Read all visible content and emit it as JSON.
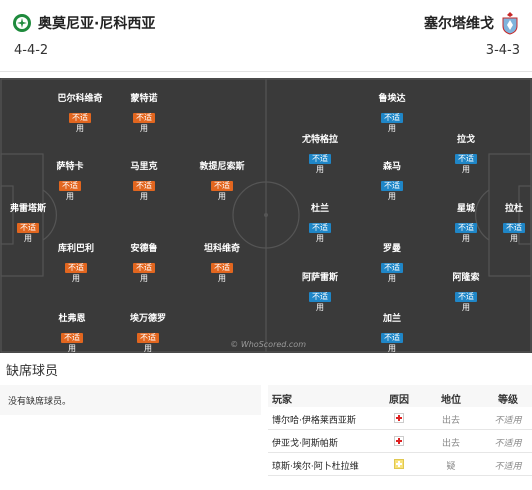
{
  "home": {
    "name": "奥莫尼亚·尼科西亚",
    "formation": "4-4-2",
    "color": "#e2661f",
    "crest_color": "#1e8a3c",
    "players": [
      {
        "name": "巴尔科维奇",
        "tag": "不适",
        "stat": "用"
      },
      {
        "name": "蒙特诺",
        "tag": "不适",
        "stat": "用"
      },
      {
        "name": "萨特卡",
        "tag": "不适",
        "stat": "用"
      },
      {
        "name": "马里克",
        "tag": "不适",
        "stat": "用"
      },
      {
        "name": "敦提尼索斯",
        "tag": "不适",
        "stat": "用"
      },
      {
        "name": "弗雷塔斯",
        "tag": "不适",
        "stat": "用"
      },
      {
        "name": "库利巴利",
        "tag": "不适",
        "stat": "用"
      },
      {
        "name": "安德鲁",
        "tag": "不适",
        "stat": "用"
      },
      {
        "name": "坦科维奇",
        "tag": "不适",
        "stat": "用"
      },
      {
        "name": "杜弗恩",
        "tag": "不适",
        "stat": "用"
      },
      {
        "name": "埃万德罗",
        "tag": "不适",
        "stat": "用"
      }
    ]
  },
  "away": {
    "name": "塞尔塔维戈",
    "formation": "3-4-3",
    "color": "#1f86c7",
    "crest_color": "#7fb3dc",
    "players": [
      {
        "name": "鲁埃达",
        "tag": "不适",
        "stat": "用"
      },
      {
        "name": "尤特格拉",
        "tag": "不适",
        "stat": "用"
      },
      {
        "name": "拉戈",
        "tag": "不适",
        "stat": "用"
      },
      {
        "name": "森马",
        "tag": "不适",
        "stat": "用"
      },
      {
        "name": "杜兰",
        "tag": "不适",
        "stat": "用"
      },
      {
        "name": "星城",
        "tag": "不适",
        "stat": "用"
      },
      {
        "name": "拉杜",
        "tag": "不适",
        "stat": "用"
      },
      {
        "name": "罗曼",
        "tag": "不适",
        "stat": "用"
      },
      {
        "name": "阿萨雷斯",
        "tag": "不适",
        "stat": "用"
      },
      {
        "name": "阿隆索",
        "tag": "不适",
        "stat": "用"
      },
      {
        "name": "加兰",
        "tag": "不适",
        "stat": "用"
      }
    ]
  },
  "watermark": "© WhoScored.com",
  "missing": {
    "title": "缺席球员",
    "home_text": "没有缺席球员。",
    "columns": [
      "玩家",
      "原因",
      "地位",
      "等级"
    ],
    "rows": [
      {
        "player": "博尔哈·伊格莱西亚斯",
        "reason": "injury",
        "status": "出去",
        "rating": "不适用"
      },
      {
        "player": "伊亚戈·阿斯帕斯",
        "reason": "injury",
        "status": "出去",
        "rating": "不适用"
      },
      {
        "player": "琼斯·埃尔·阿卜杜拉维",
        "reason": "doubtful",
        "status": "疑",
        "rating": "不适用"
      }
    ]
  }
}
